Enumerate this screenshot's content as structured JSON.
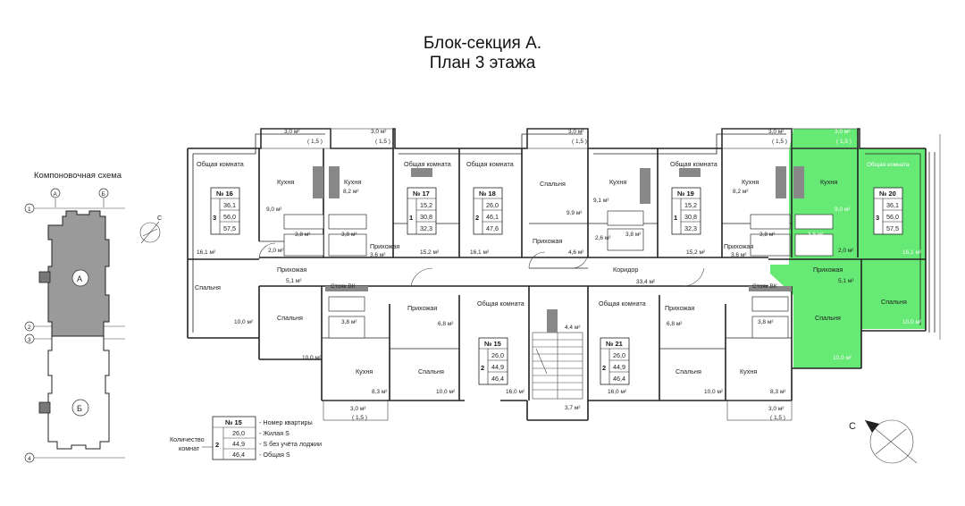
{
  "title_line1": "Блок-секция А.",
  "title_line2": "План 3 этажа",
  "scheme": {
    "title": "Компоновочная схема",
    "axis_top": [
      "А",
      "Б"
    ],
    "axis_side": [
      "1",
      "2",
      "3",
      "4"
    ],
    "blocks": [
      "А",
      "Б"
    ]
  },
  "colors": {
    "highlight": "#5ee86e",
    "hatch": "#888888",
    "wall": "#222222"
  },
  "icons": {
    "north": "compass-north-icon"
  },
  "north_label": "С",
  "rooms": {
    "obshchaya": "Общая комната",
    "kuhnya": "Кухня",
    "spalnya": "Спальня",
    "prihozhaya": "Прихожая",
    "koridor": "Коридор",
    "stoyak": "Стояк ВК"
  },
  "apartments": [
    {
      "num": "№ 16",
      "rooms": "3",
      "area1": "36,1",
      "area2": "56,0",
      "area3": "57,5"
    },
    {
      "num": "№ 17",
      "rooms": "1",
      "area1": "15,2",
      "area2": "30,8",
      "area3": "32,3"
    },
    {
      "num": "№ 18",
      "rooms": "2",
      "area1": "26,0",
      "area2": "46,1",
      "area3": "47,6"
    },
    {
      "num": "№ 19",
      "rooms": "1",
      "area1": "15,2",
      "area2": "30,8",
      "area3": "32,3"
    },
    {
      "num": "№ 20",
      "rooms": "3",
      "area1": "36,1",
      "area2": "56,0",
      "area3": "57,5"
    },
    {
      "num": "№ 15",
      "rooms": "2",
      "area1": "26,0",
      "area2": "44,9",
      "area3": "46,4"
    },
    {
      "num": "№ 21",
      "rooms": "2",
      "area1": "26,0",
      "area2": "44,9",
      "area3": "46,4"
    }
  ],
  "areas": {
    "balcony": "3,0 м²",
    "balcony_k": "( 1,5 )",
    "a9_0": "9,0 м²",
    "a8_2": "8,2 м²",
    "a3_8": "3,8 м²",
    "a2_0": "2,0 м²",
    "a16_1": "16,1 м²",
    "a15_2": "15,2 м²",
    "a3_6": "3,6 м²",
    "a5_1": "5,1 м²",
    "a10_0": "10,0 м²",
    "a9_1": "9,1 м²",
    "a9_9": "9,9 м²",
    "a2_6": "2,6 м²",
    "a4_6": "4,6 м²",
    "a33_4": "33,4 м²",
    "a6_8": "6,8 м²",
    "a4_4": "4,4 м²",
    "a16_0": "16,0 м²",
    "a8_3": "8,3 м²",
    "a3_7": "3,7 м²"
  },
  "legend": {
    "num": "№ 15",
    "rooms": "2",
    "v1": "26,0",
    "v2": "44,9",
    "v3": "46,4",
    "d_num": "- Номер квартиры",
    "d1": "- Жилая S",
    "d2": "- S без учёта лоджии",
    "d3": "- Общая S",
    "count_label_1": "Количество",
    "count_label_2": "комнат"
  }
}
